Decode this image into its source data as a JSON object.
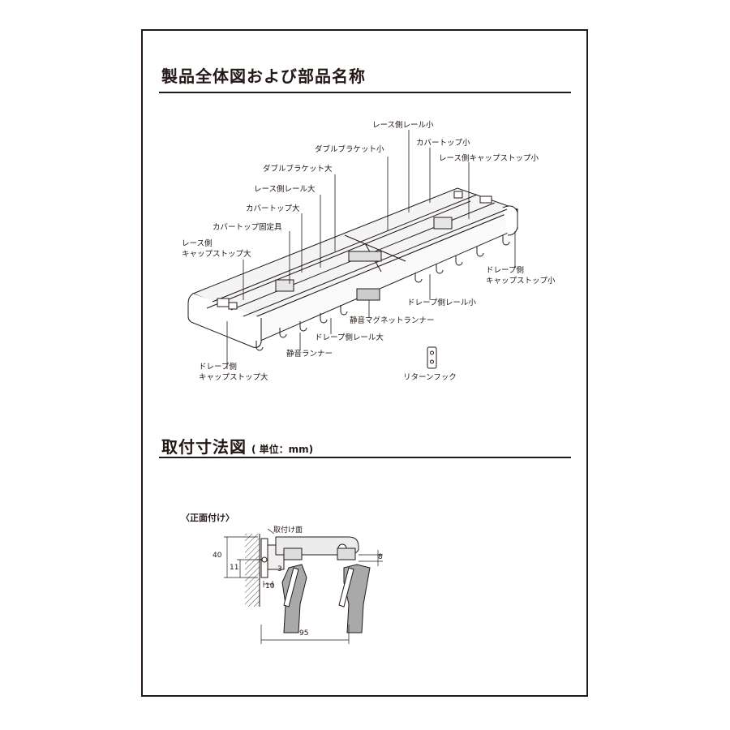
{
  "section1": {
    "title": "製品全体図および部品名称"
  },
  "section2": {
    "title": "取付寸法図",
    "unit": "( 単位：mm)"
  },
  "parts": {
    "lace_rail_small": "レース側レール小",
    "cover_top_small": "カバートップ小",
    "double_bracket_small": "ダブルブラケット小",
    "lace_cap_stop_small": "レース側キャップストップ小",
    "double_bracket_large": "ダブルブラケット大",
    "lace_rail_large": "レース側レール大",
    "cover_top_large": "カバートップ大",
    "cover_top_fixture": "カバートップ固定具",
    "lace_cap_stop_large": "レース側\nキャップストップ大",
    "drape_cap_stop_small": "ドレープ側\nキャップストップ小",
    "drape_rail_small": "ドレープ側レール小",
    "silent_magnet_runner": "静音マグネットランナー",
    "drape_rail_large": "ドレープ側レール大",
    "silent_runner": "静音ランナー",
    "drape_cap_stop_large": "ドレープ側\nキャップストップ大",
    "return_hook": "リターンフック"
  },
  "mount": {
    "caption": "〈正面付け〉",
    "surface": "取付け面",
    "dim_40": "40",
    "dim_11": "11",
    "dim_3": "3",
    "dim_10": "10",
    "dim_8": "8",
    "dim_95": "95"
  }
}
